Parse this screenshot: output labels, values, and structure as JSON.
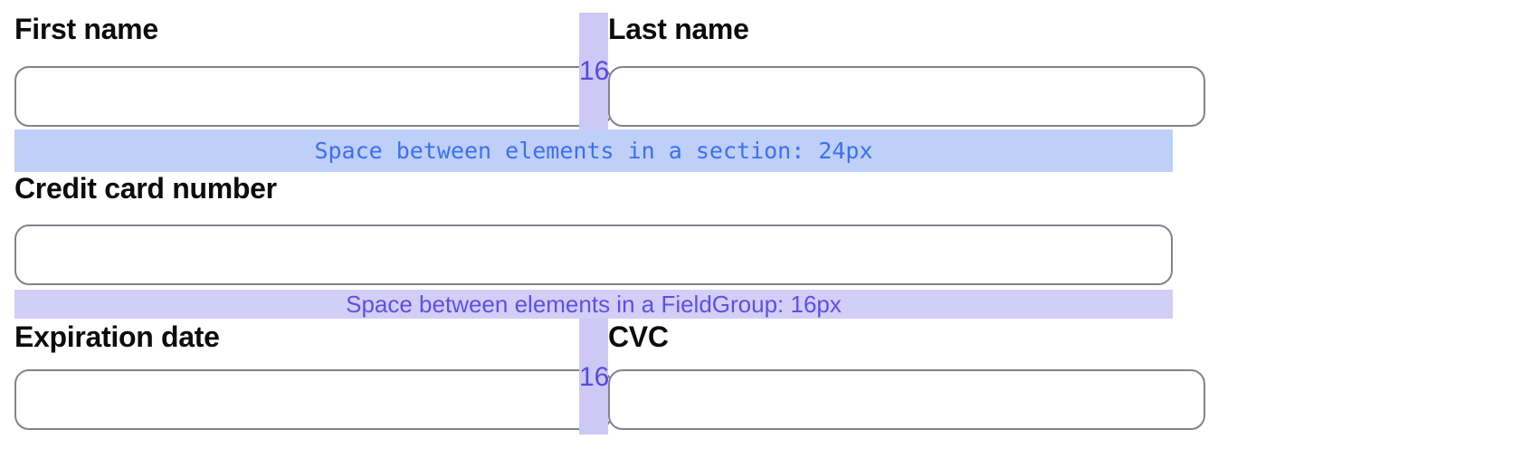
{
  "fields": {
    "first_name": {
      "label": "First name",
      "value": "",
      "placeholder": ""
    },
    "last_name": {
      "label": "Last name",
      "value": "",
      "placeholder": ""
    },
    "card_number": {
      "label": "Credit card number",
      "value": "",
      "placeholder": ""
    },
    "expiration": {
      "label": "Expiration date",
      "value": "",
      "placeholder": ""
    },
    "cvc": {
      "label": "CVC",
      "value": "",
      "placeholder": ""
    }
  },
  "annotations": {
    "row1_gap": {
      "label": "16"
    },
    "row3_gap": {
      "label": "16"
    },
    "section_band": {
      "text": "Space between elements in a section: 24px"
    },
    "fieldgroup_band": {
      "text": "Space between elements in a FieldGroup: 16px"
    }
  },
  "colors": {
    "section_band_bg": "#becff8",
    "section_band_text": "#3d71f2",
    "fieldgroup_band_bg": "#d3cef5",
    "fieldgroup_band_text": "#5e50e8",
    "gap_bar_bg": "#cdc8f4",
    "gap_value_text": "#5649e2",
    "input_border": "#82828c",
    "label_text": "#0c0c0e"
  }
}
